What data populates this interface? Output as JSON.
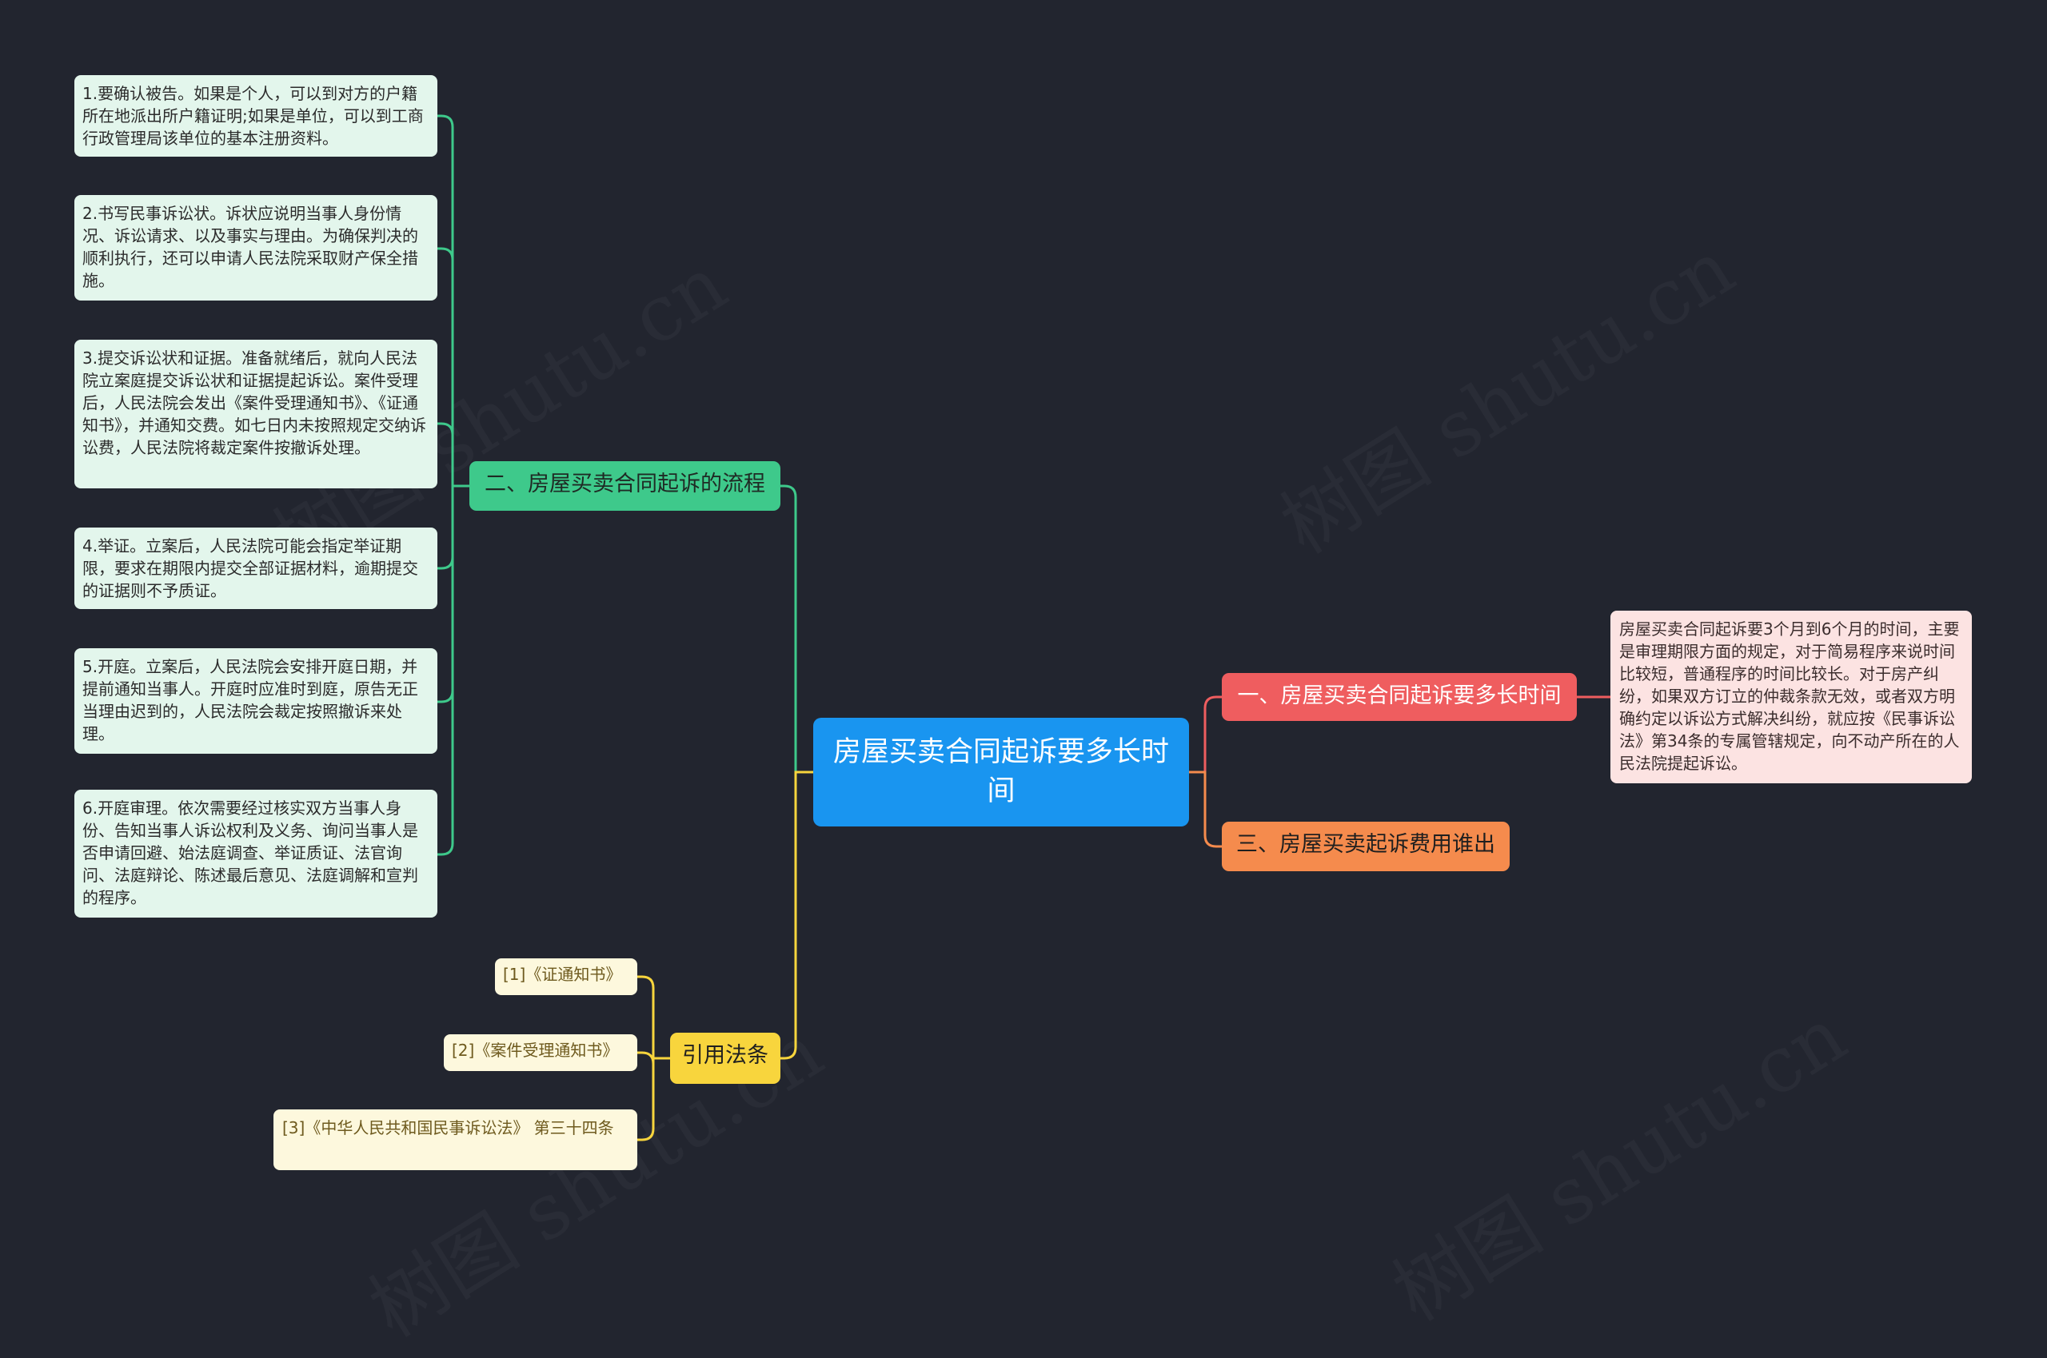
{
  "watermark": "树图 shutu.cn",
  "colors": {
    "background": "#22252f",
    "root": "#1995f0",
    "branch_process": "#3ec98b",
    "branch_duration": "#ef5d5f",
    "branch_fee": "#f58b4d",
    "branch_refs": "#f8d53d",
    "leaf_process": "#e3f6ec",
    "note_duration": "#fce3e2",
    "ref_item": "#fdf8dd"
  },
  "root": {
    "label": "房屋买卖合同起诉要多长时间"
  },
  "process": {
    "label": "二、房屋买卖合同起诉的流程",
    "steps": [
      "1.要确认被告。如果是个人，可以到对方的户籍所在地派出所户籍证明;如果是单位，可以到工商行政管理局该单位的基本注册资料。",
      "2.书写民事诉讼状。诉状应说明当事人身份情况、诉讼请求、以及事实与理由。为确保判决的顺利执行，还可以申请人民法院采取财产保全措施。",
      "3.提交诉讼状和证据。准备就绪后，就向人民法院立案庭提交诉讼状和证据提起诉讼。案件受理后，人民法院会发出《案件受理通知书》、《证通知书》，并通知交费。如七日内未按照规定交纳诉讼费，人民法院将裁定案件按撤诉处理。",
      "4.举证。立案后，人民法院可能会指定举证期限，要求在期限内提交全部证据材料，逾期提交的证据则不予质证。",
      "5.开庭。立案后，人民法院会安排开庭日期，并提前通知当事人。开庭时应准时到庭，原告无正当理由迟到的，人民法院会裁定按照撤诉来处理。",
      "6.开庭审理。依次需要经过核实双方当事人身份、告知当事人诉讼权利及义务、询问当事人是否申请回避、始法庭调查、举证质证、法官询问、法庭辩论、陈述最后意见、法庭调解和宣判的程序。"
    ]
  },
  "duration": {
    "label": "一、房屋买卖合同起诉要多长时间",
    "note": "房屋买卖合同起诉要3个月到6个月的时间，主要是审理期限方面的规定，对于简易程序来说时间比较短，普通程序的时间比较长。对于房产纠纷，如果双方订立的仲裁条款无效，或者双方明确约定以诉讼方式解决纠纷，就应按《民事诉讼法》第34条的专属管辖规定，向不动产所在的人民法院提起诉讼。"
  },
  "fee": {
    "label": "三、房屋买卖起诉费用谁出"
  },
  "refs": {
    "label": "引用法条",
    "items": [
      "[1]《证通知书》",
      "[2]《案件受理通知书》",
      "[3]《中华人民共和国民事诉讼法》 第三十四条"
    ]
  }
}
